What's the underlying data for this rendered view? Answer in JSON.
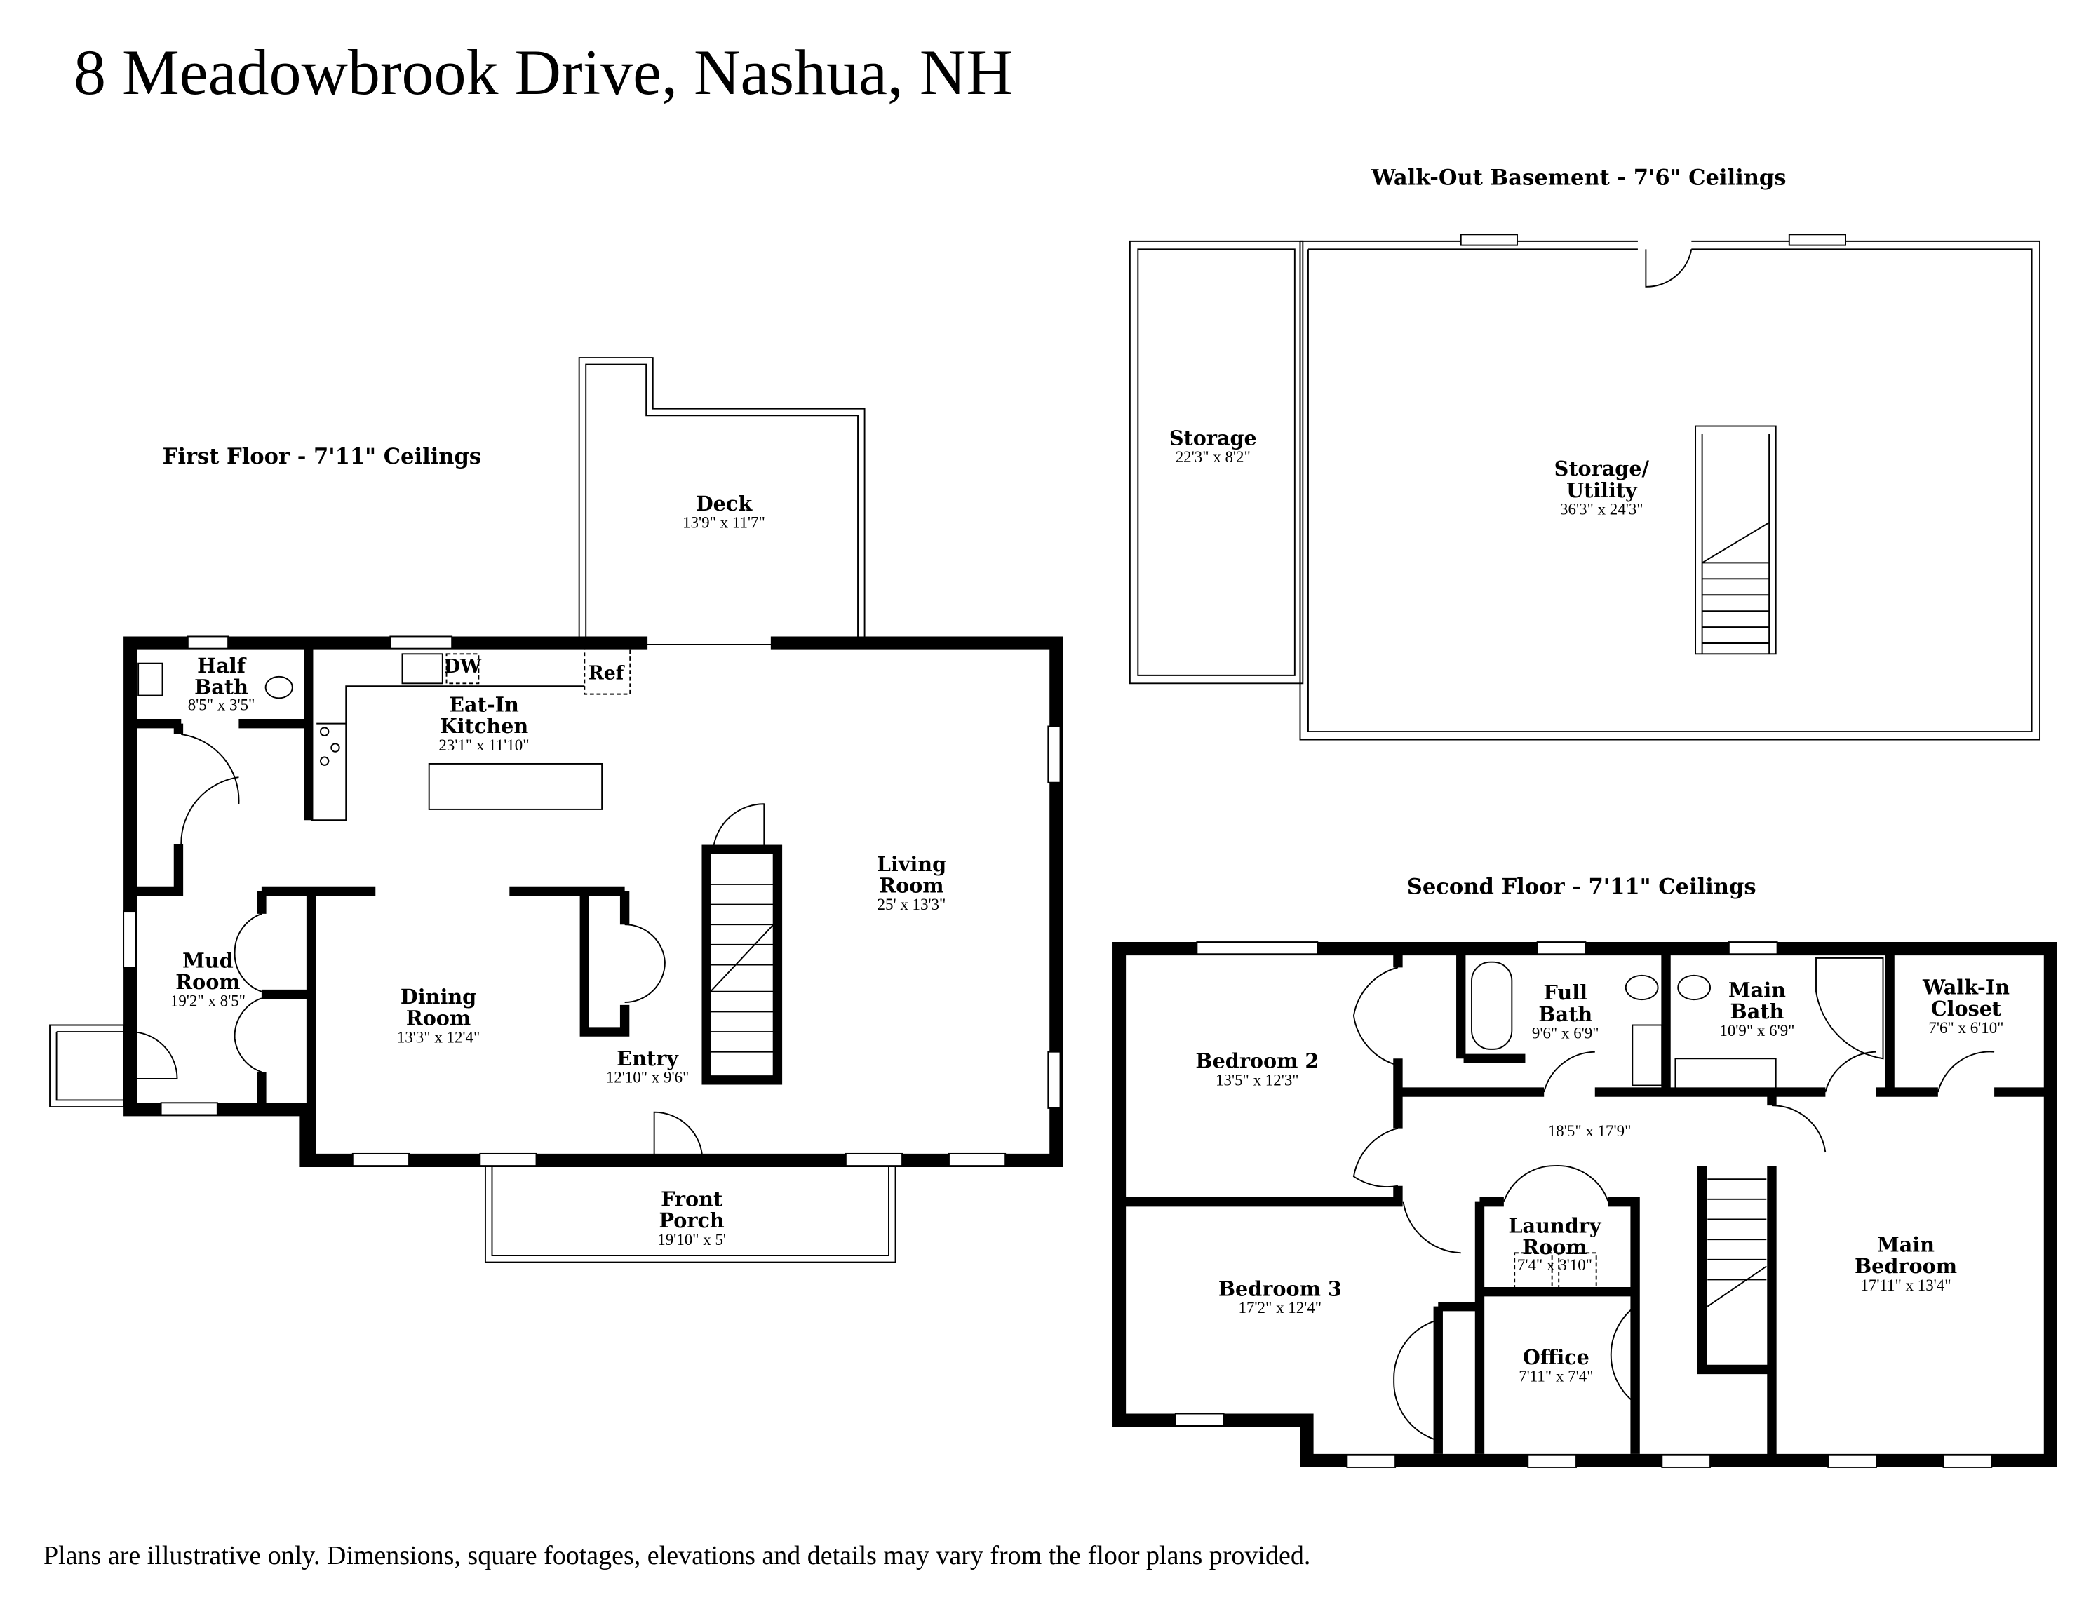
{
  "title": "8 Meadowbrook Drive, Nashua, NH",
  "footer": "Plans are illustrative only. Dimensions, square footages, elevations and details may vary from the floor plans provided.",
  "floors": {
    "first": {
      "label": "First Floor - 7'11\" Ceilings",
      "rooms": [
        {
          "name": "Deck",
          "dims": "13'9\" x 11'7\""
        },
        {
          "name": "Half",
          "name2": "Bath",
          "dims": "8'5\" x 3'5\""
        },
        {
          "name": "Eat-In",
          "name2": "Kitchen",
          "dims": "23'1\" x 11'10\""
        },
        {
          "name": "Living",
          "name2": "Room",
          "dims": "25' x 13'3\""
        },
        {
          "name": "Mud",
          "name2": "Room",
          "dims": "19'2\" x 8'5\""
        },
        {
          "name": "Dining",
          "name2": "Room",
          "dims": "13'3\" x 12'4\""
        },
        {
          "name": "Entry",
          "dims": "12'10\" x 9'6\""
        },
        {
          "name": "Front",
          "name2": "Porch",
          "dims": "19'10\" x 5'"
        }
      ],
      "appliances": {
        "dishwasher": "DW",
        "refrigerator": "Ref"
      }
    },
    "basement": {
      "label": "Walk-Out Basement - 7'6\" Ceilings",
      "rooms": [
        {
          "name": "Storage",
          "dims": "22'3\" x 8'2\""
        },
        {
          "name": "Storage/",
          "name2": "Utility",
          "dims": "36'3\" x 24'3\""
        }
      ]
    },
    "second": {
      "label": "Second Floor - 7'11\" Ceilings",
      "rooms": [
        {
          "name": "Bedroom 2",
          "dims": "13'5\" x 12'3\""
        },
        {
          "name": "Full",
          "name2": "Bath",
          "dims": "9'6\" x 6'9\""
        },
        {
          "name": "Main",
          "name2": "Bath",
          "dims": "10'9\" x 6'9\""
        },
        {
          "name": "Walk-In",
          "name2": "Closet",
          "dims": "7'6\" x 6'10\""
        },
        {
          "name": "",
          "dims": "18'5\" x 17'9\""
        },
        {
          "name": "Laundry",
          "name2": "Room",
          "dims": "7'4\" x 3'10\""
        },
        {
          "name": "Bedroom 3",
          "dims": "17'2\" x 12'4\""
        },
        {
          "name": "Office",
          "dims": "7'11\" x 7'4\""
        },
        {
          "name": "Main",
          "name2": "Bedroom",
          "dims": "17'11\" x 13'4\""
        }
      ]
    }
  }
}
